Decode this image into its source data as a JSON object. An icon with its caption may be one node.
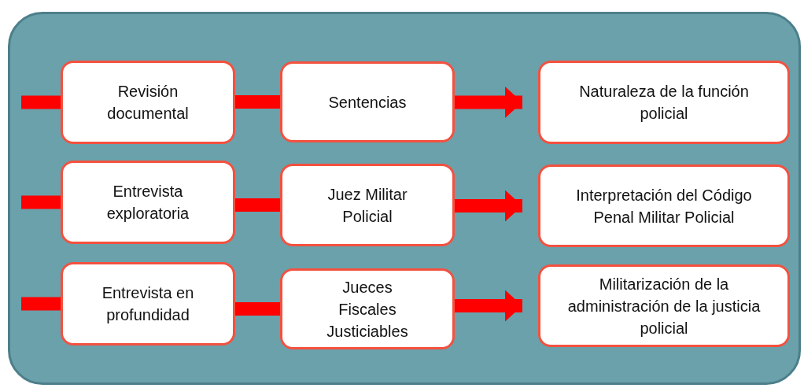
{
  "diagram": {
    "nodes": [
      {
        "text": [],
        "shape": "box"
      },
      {
        "text": [
          "Revisión documental"
        ],
        "in": 0
      },
      {
        "text": [
          "Sentencias"
        ],
        "in": 0
      },
      {
        "text": [
          "Naturaleza de la función policial"
        ],
        "in": 0
      },
      {
        "text": [
          "Entrevista exploratoria"
        ],
        "in": 0
      },
      {
        "text": [
          "Juez Militar Policial"
        ],
        "in": 0
      },
      {
        "text": [
          "Interpretación del Código Penal Militar Policial"
        ],
        "in": 0
      },
      {
        "text": [
          "Entrevista en profundidad"
        ],
        "in": 0
      },
      {
        "text": [
          "Jueces Fiscales Justiciables"
        ],
        "in": 0
      },
      {
        "text": [
          "Militarización de la administración de la justicia policial"
        ],
        "in": 0
      }
    ],
    "edges": [
      {
        "from": null,
        "to": 1,
        "arrow": "none"
      },
      {
        "from": 1,
        "to": 2,
        "arrow": "none"
      },
      {
        "from": 2,
        "to": 3,
        "arrow": "to"
      },
      {
        "from": null,
        "to": 4,
        "arrow": "none"
      },
      {
        "from": 4,
        "to": 5,
        "arrow": "none"
      },
      {
        "from": 5,
        "to": 6,
        "arrow": "to"
      },
      {
        "from": null,
        "to": 7,
        "arrow": "none"
      },
      {
        "from": 7,
        "to": 8,
        "arrow": "none"
      },
      {
        "from": 8,
        "to": 9,
        "arrow": "to"
      }
    ]
  }
}
